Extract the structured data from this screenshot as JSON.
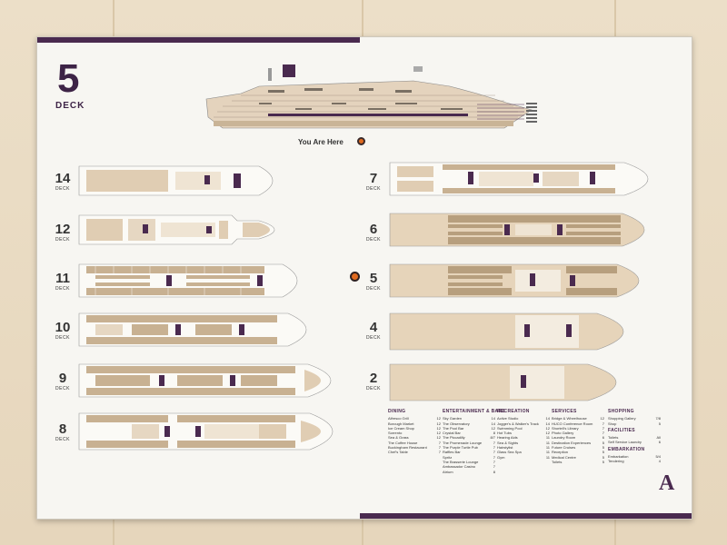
{
  "header": {
    "deck_number": "5",
    "deck_word": "DECK"
  },
  "you_are_here": "You Are Here",
  "deck_word_small": "DECK",
  "decks_left": [
    "14",
    "12",
    "11",
    "10",
    "9",
    "8"
  ],
  "decks_right": [
    "7",
    "6",
    "5",
    "4",
    "2"
  ],
  "current_deck": "5",
  "legend": {
    "dining": {
      "title": "DINING",
      "items": [
        {
          "label": "Alfresco Grill",
          "deck": "12"
        },
        {
          "label": "Borough Market",
          "deck": "12"
        },
        {
          "label": "Ice Cream Shop",
          "deck": "12"
        },
        {
          "label": "Sorrento",
          "deck": "12"
        },
        {
          "label": "Sea & Grass",
          "deck": "12"
        },
        {
          "label": "The Coffee House",
          "deck": "7"
        },
        {
          "label": "Buckingham Restaurant",
          "deck": "7"
        },
        {
          "label": "Chef's Table",
          "deck": "7"
        }
      ]
    },
    "entertainment": {
      "title": "ENTERTAINMENT & BARS",
      "items": [
        {
          "label": "Sky Garden",
          "deck": "14"
        },
        {
          "label": "The Observatory",
          "deck": "14"
        },
        {
          "label": "The Pool Bar",
          "deck": "12"
        },
        {
          "label": "Crystal Bar",
          "deck": "8"
        },
        {
          "label": "The Piccadilly",
          "deck": "8/7"
        },
        {
          "label": "The Promenade Lounge",
          "deck": "7"
        },
        {
          "label": "The Purple Turtle Pub",
          "deck": "7"
        },
        {
          "label": "Raffles Bar",
          "deck": "7"
        },
        {
          "label": "Spritz",
          "deck": "7"
        },
        {
          "label": "The Brasserie Lounge",
          "deck": "7"
        },
        {
          "label": "Ambassador Casino",
          "deck": "7"
        },
        {
          "label": "Atrium",
          "deck": "8"
        }
      ]
    },
    "recreation": {
      "title": "RECREATION",
      "items": [
        {
          "label": "Active Studio",
          "deck": "14"
        },
        {
          "label": "Jogger's & Walker's Track",
          "deck": "14"
        },
        {
          "label": "Swimming Pool",
          "deck": "12"
        },
        {
          "label": "Hot Tubs",
          "deck": "12"
        },
        {
          "label": "Hearing Aids",
          "deck": "11"
        },
        {
          "label": "Sea & Sights",
          "deck": "11"
        },
        {
          "label": "Hairstylist",
          "deck": "11"
        },
        {
          "label": "Glass Sea Spa",
          "deck": "11"
        },
        {
          "label": "Gym",
          "deck": "11"
        }
      ]
    },
    "services": {
      "title": "SERVICES",
      "items": [
        {
          "label": "Bridge & Wheelhouse",
          "deck": "12"
        },
        {
          "label": "HUCO Conference Room",
          "deck": "7"
        },
        {
          "label": "Shortell's Library",
          "deck": "7"
        },
        {
          "label": "Photo Gallery",
          "deck": "7"
        },
        {
          "label": "Laundry Room",
          "deck": "6"
        },
        {
          "label": "Destination Experiences",
          "deck": "5"
        },
        {
          "label": "Future Cruises",
          "deck": "5"
        },
        {
          "label": "Reception",
          "deck": "5"
        },
        {
          "label": "Medical Centre",
          "deck": "5"
        },
        {
          "label": "Toilets",
          "deck": "5"
        }
      ]
    },
    "shopping": {
      "title": "SHOPPING",
      "items": [
        {
          "label": "Shopping Gallery",
          "deck": "7/8"
        },
        {
          "label": "Shop",
          "deck": "5"
        }
      ]
    },
    "facilities": {
      "title": "FACILITIES",
      "items": [
        {
          "label": "Toilets",
          "deck": "All"
        },
        {
          "label": "Self Service Laundry",
          "deck": "6"
        }
      ]
    },
    "embarkation": {
      "title": "EMBARKATION",
      "items": [
        {
          "label": "Embarkation",
          "deck": "5/4"
        },
        {
          "label": "Tendering",
          "deck": "4"
        }
      ]
    }
  },
  "brand_logo": "A",
  "colors": {
    "brand": "#4a2a4f",
    "marker": "#e06a1f",
    "hull": "#dcc7ad",
    "board": "#f7f6f2"
  }
}
